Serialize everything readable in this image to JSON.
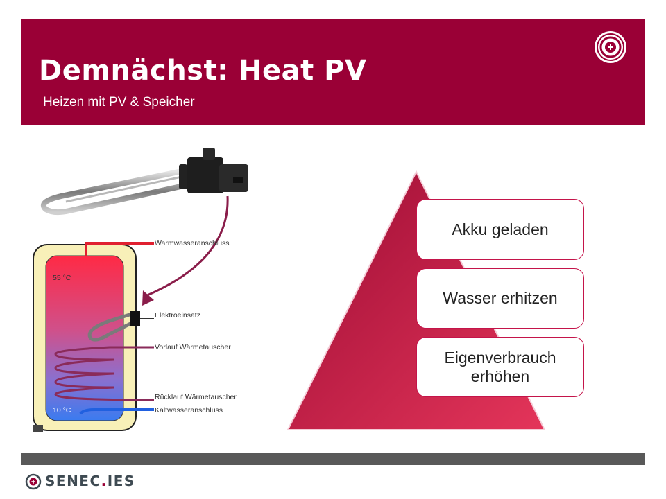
{
  "header": {
    "title": "Demnächst: Heat PV",
    "subtitle": "Heizen mit PV & Speicher"
  },
  "diagram": {
    "labels": [
      "Warmwasseranschluss",
      "Elektroeinsatz",
      "Vorlauf Wärmetauscher",
      "Rücklauf Wärmetauscher",
      "Kaltwasseranschluss"
    ],
    "temp_top": "55 °C",
    "temp_bottom": "10 °C"
  },
  "pyramid": {
    "tiers": [
      "Akku geladen",
      "Wasser erhitzen",
      "Eigenverbrauch erhöhen"
    ]
  },
  "footer": {
    "logo_main": "SENEC",
    "logo_dot": ".",
    "logo_suffix": "IES"
  },
  "colors": {
    "brand": "#9a0036",
    "footer_bar": "#595959",
    "pyramid_dark": "#9c0c34",
    "pyramid_light": "#e4355a"
  }
}
